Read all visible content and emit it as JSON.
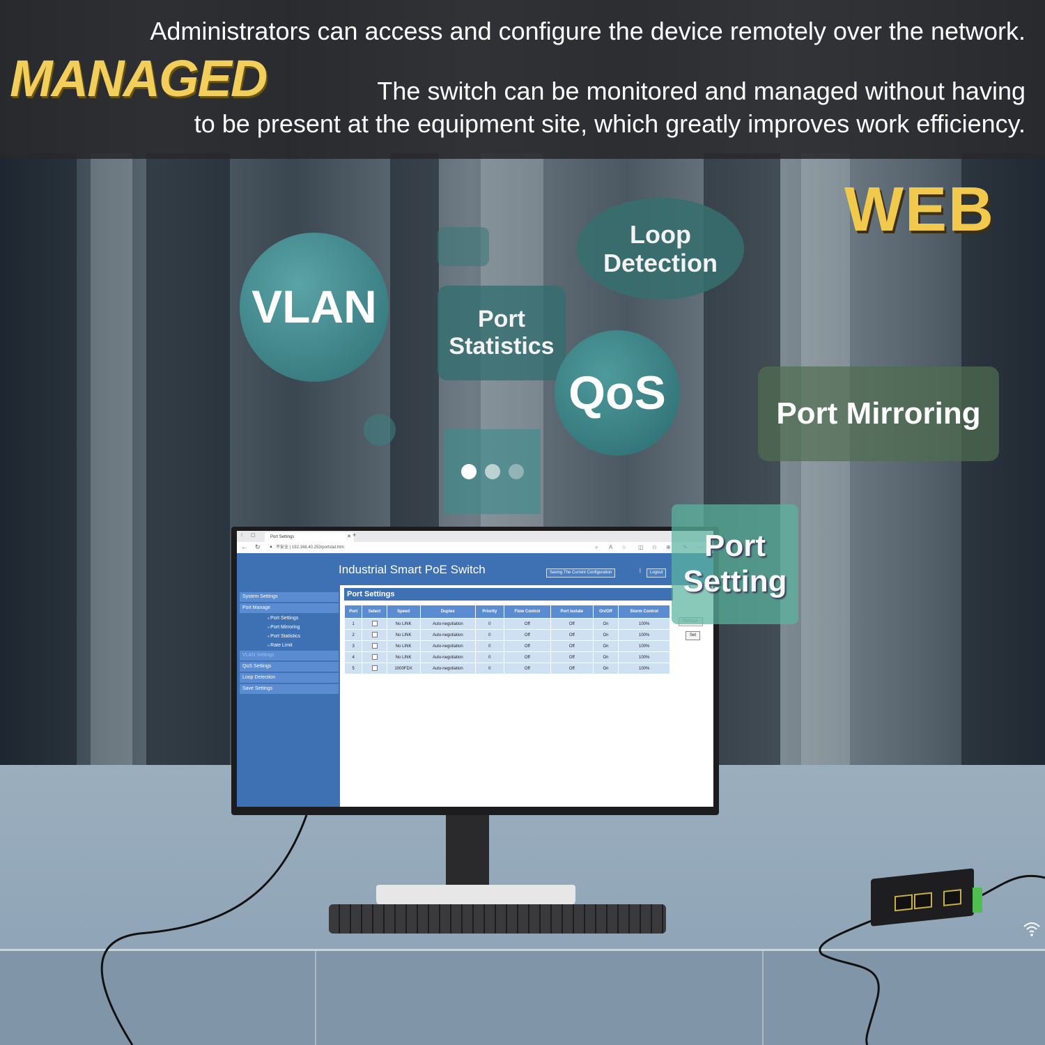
{
  "header": {
    "line1": "Administrators can access and configure the device remotely over the network.",
    "brand": "MANAGED",
    "line2": "The switch can be monitored and managed without having",
    "line3": "to be present at the equipment site, which greatly improves work efficiency."
  },
  "web_label": "WEB",
  "features": {
    "vlan": "VLAN",
    "loop_detection": "Loop Detection",
    "port_statistics": "Port Statistics",
    "qos": "QoS",
    "port_mirroring": "Port Mirroring",
    "port_setting": "Port Setting"
  },
  "colors": {
    "gold": "#f0c94d",
    "teal": "#2e6f74",
    "app_blue": "#3e70b4"
  },
  "browser": {
    "tab_title": "Port Settings",
    "address": "192.168.40.253/portstat.htm",
    "security_label": "不安全"
  },
  "app": {
    "title": "Industrial Smart PoE Switch",
    "save_button": "Saving The Current Configuration",
    "separator": "|",
    "logout_button": "Logout",
    "sidebar": [
      {
        "label": "System Settings",
        "type": "main"
      },
      {
        "label": "Port Manage",
        "type": "main"
      },
      {
        "label": "Port Settings",
        "type": "sub"
      },
      {
        "label": "Port Mirroring",
        "type": "sub"
      },
      {
        "label": "Port Statistics",
        "type": "sub"
      },
      {
        "label": "Rate Limit",
        "type": "sub"
      },
      {
        "label": "VLAN Settings",
        "type": "main-active"
      },
      {
        "label": "QoS Settings",
        "type": "main"
      },
      {
        "label": "Loop Detection",
        "type": "main"
      },
      {
        "label": "Save Settings",
        "type": "main"
      }
    ],
    "section_title": "Port Settings",
    "table": {
      "headers": [
        "Port",
        "Select",
        "Speed",
        "Duplex",
        "Priority",
        "Flow Control",
        "Port Isolate",
        "On/Off",
        "Storm Control"
      ],
      "rows": [
        [
          "1",
          "",
          "No LINK",
          "Auto-negotiation",
          "0",
          "Off",
          "Off",
          "On",
          "100%"
        ],
        [
          "2",
          "",
          "No LINK",
          "Auto-negotiation",
          "0",
          "Off",
          "Off",
          "On",
          "100%"
        ],
        [
          "3",
          "",
          "No LINK",
          "Auto-negotiation",
          "0",
          "Off",
          "Off",
          "On",
          "100%"
        ],
        [
          "4",
          "",
          "No LINK",
          "Auto-negotiation",
          "0",
          "Off",
          "Off",
          "On",
          "100%"
        ],
        [
          "5",
          "",
          "1000FDX",
          "Auto-negotiation",
          "0",
          "Off",
          "Off",
          "On",
          "100%"
        ]
      ]
    },
    "refresh_button": "Refresh",
    "set_button": "Set"
  },
  "pagination": {
    "count": 3,
    "active": 0
  }
}
